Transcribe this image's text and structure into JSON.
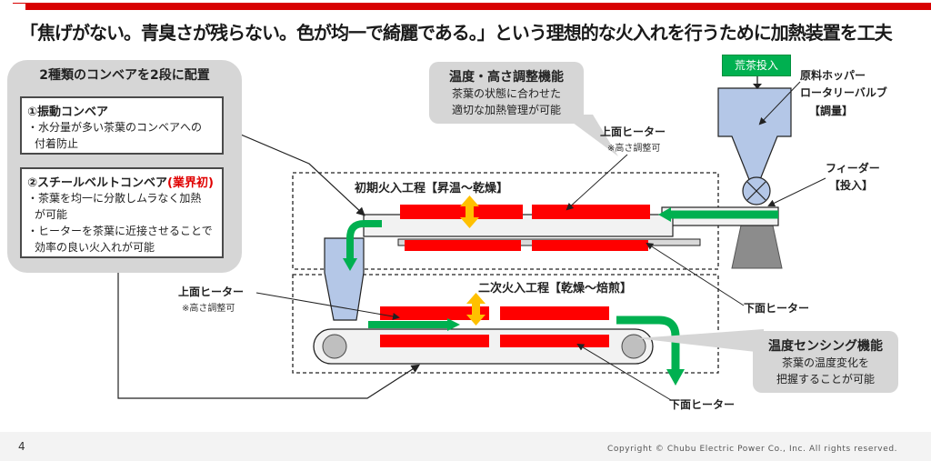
{
  "header": {
    "title": "「焦げがない。青臭さが残らない。色が均一で綺麗である。」という理想的な火入れを行うために加熱装置を工夫"
  },
  "left_panel": {
    "title": "2種類のコンベアを2段に配置",
    "box1": {
      "title": "①振動コンベア",
      "lines": [
        "・水分量が多い茶葉のコンベアへの",
        "付着防止"
      ]
    },
    "box2": {
      "title": "②スチールベルトコンベア",
      "title_highlight": "(業界初)",
      "lines": [
        "・茶葉を均一に分散しムラなく加熱",
        "が可能",
        "・ヒーターを茶葉に近接させることで",
        "効率の良い火入れが可能"
      ]
    }
  },
  "callouts": {
    "temp_height": {
      "title": "温度・高さ調整機能",
      "lines": [
        "茶葉の状態に合わせた",
        "適切な加熱管理が可能"
      ]
    },
    "sensing": {
      "title": "温度センシング機能",
      "lines": [
        "茶葉の温度変化を",
        "把握することが可能"
      ]
    }
  },
  "labels": {
    "input_tag": "荒茶投入",
    "hopper": [
      "原料ホッパー",
      "ロータリーバルブ",
      "【調量】"
    ],
    "feeder": [
      "フィーダー",
      "【投入】"
    ],
    "upper_heater_1": "上面ヒーター",
    "upper_heater_1_note": "※高さ調整可",
    "upper_heater_2": "上面ヒーター",
    "upper_heater_2_note": "※高さ調整可",
    "lower_heater_1": "下面ヒーター",
    "lower_heater_2": "下面ヒーター",
    "process_1": "初期火入工程【昇温～乾燥】",
    "process_2": "二次火入工程【乾燥～焙煎】"
  },
  "footer": {
    "page": "4",
    "copyright": "Copyright © Chubu Electric Power Co., Inc. All rights reserved."
  },
  "colors": {
    "heater": "#ff0000",
    "flow_arrow": "#00b050",
    "adjust_arrow": "#ffc000",
    "hopper_fill": "#b4c7e7",
    "callout_bg": "#d6d6d6"
  }
}
